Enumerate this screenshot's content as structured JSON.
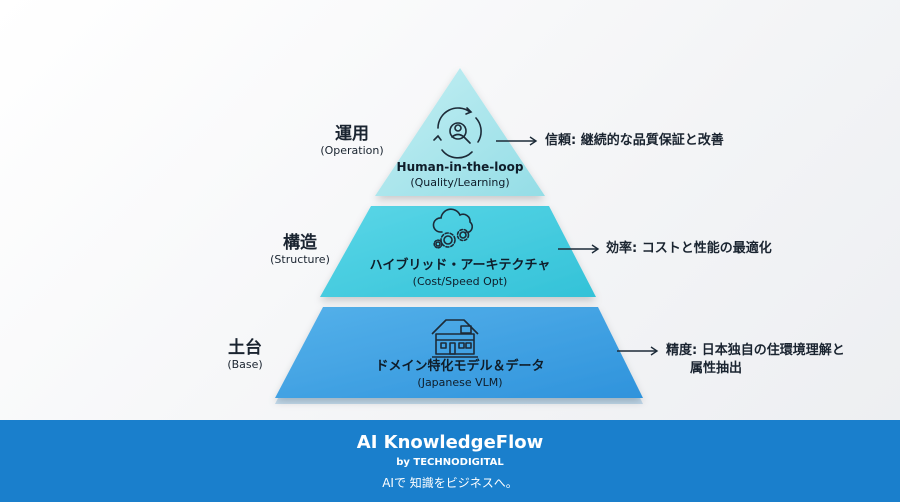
{
  "tiers": {
    "operation": {
      "label_jp": "運用",
      "label_en": "(Operation)",
      "title": "Human-in-the-loop",
      "subtitle": "(Quality/Learning)",
      "icon": "user-search-icon",
      "note": "信頼: 継続的な品質保証と改善",
      "color": "#a9e6ec"
    },
    "structure": {
      "label_jp": "構造",
      "label_en": "(Structure)",
      "title": "ハイブリッド・アーキテクチャ",
      "subtitle": "(Cost/Speed Opt)",
      "icon": "cloud-gears-icon",
      "note": "効率: コストと性能の最適化",
      "color": "#48cde0"
    },
    "base": {
      "label_jp": "土台",
      "label_en": "(Base)",
      "title": "ドメイン特化モデル＆データ",
      "subtitle": "(Japanese VLM)",
      "icon": "house-icon",
      "note_line1": "精度: 日本独自の住環境理解と",
      "note_line2": "属性抽出",
      "color": "#3a9fe3"
    }
  },
  "footer": {
    "brand": "AI KnowledgeFlow",
    "by": "by TECHNODIGITAL",
    "tagline": "AIで 知識をビジネスへ。",
    "color": "#1a7fcc"
  }
}
